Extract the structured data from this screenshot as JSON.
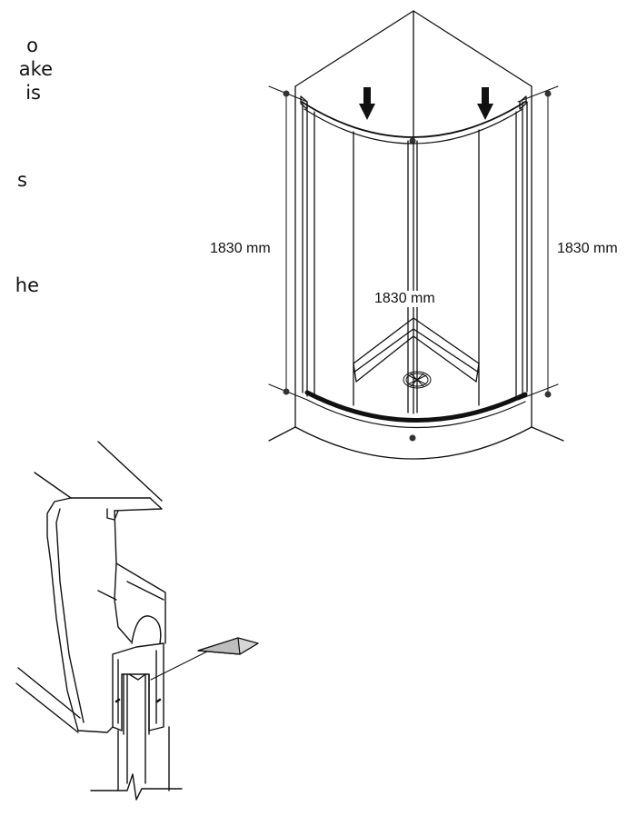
{
  "text_fragments": [
    "o",
    "ake",
    "is",
    "s",
    "he"
  ],
  "dimensions": {
    "left_height": "1830 mm",
    "right_height": "1830 mm",
    "center_height": "1830 mm"
  },
  "colors": {
    "line": "#111111",
    "background": "#ffffff"
  },
  "icons": [
    "down-arrow-icon",
    "drain-icon",
    "wedge-shim-icon"
  ]
}
